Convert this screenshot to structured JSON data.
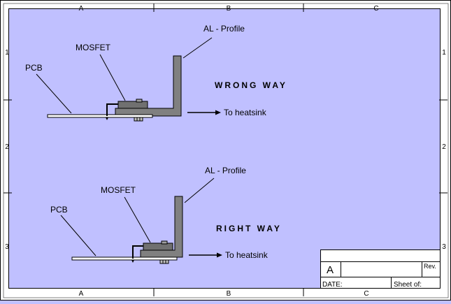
{
  "frame": {
    "columns": [
      "A",
      "B",
      "C"
    ],
    "rows": [
      "1",
      "2",
      "3"
    ]
  },
  "wrong_way": {
    "title": "WRONG WAY",
    "label_profile": "AL - Profile",
    "label_mosfet": "MOSFET",
    "label_pcb": "PCB",
    "label_heatsink": "To heatsink"
  },
  "right_way": {
    "title": "RIGHT WAY",
    "label_profile": "AL - Profile",
    "label_mosfet": "MOSFET",
    "label_pcb": "PCB",
    "label_heatsink": "To heatsink"
  },
  "title_block": {
    "sheet_size": "A",
    "rev_label": "Rev.",
    "date_label": "DATE:",
    "sheet_label": "Sheet of:"
  },
  "colors": {
    "background": "#c0c0ff",
    "frame_margin": "#ffffff",
    "profile_fill": "#808080",
    "mosfet_fill": "#707070",
    "pcb_fill": "#ffffff",
    "line": "#000000"
  }
}
